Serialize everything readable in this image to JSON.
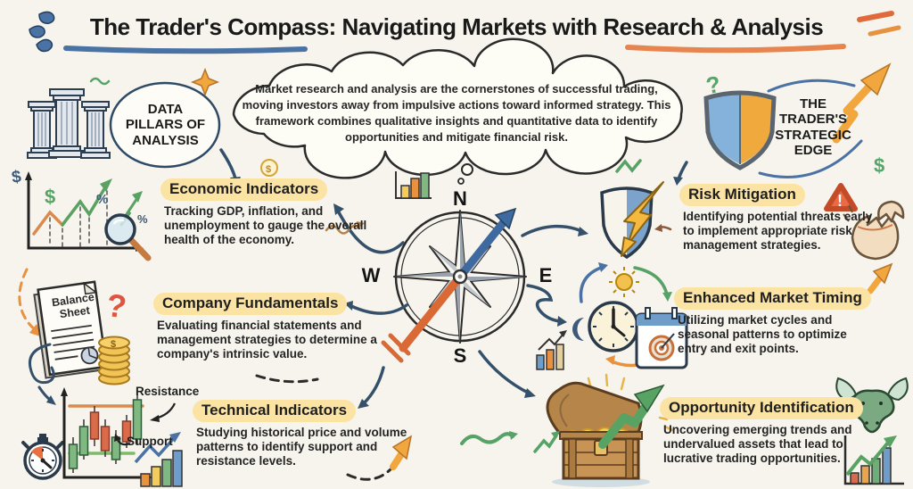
{
  "title": {
    "text": "The Trader's Compass: Navigating Markets with Research & Analysis"
  },
  "intro_cloud": {
    "text": "Market research and analysis are the cornerstones of successful trading, moving investors away from impulsive actions toward informed strategy. This framework combines qualitative insights and quantitative data to identify opportunities and mitigate financial risk."
  },
  "badges": {
    "left": {
      "label": "DATA PILLARS OF ANALYSIS"
    },
    "right": {
      "label": "THE TRADER'S STRATEGIC EDGE"
    }
  },
  "compass": {
    "n": "N",
    "e": "E",
    "s": "S",
    "w": "W"
  },
  "sections": {
    "economic_indicators": {
      "title": "Economic Indicators",
      "body": "Tracking GDP, inflation, and unemployment to gauge the overall health of the economy."
    },
    "company_fundamentals": {
      "title": "Company Fundamentals",
      "body": "Evaluating financial statements and management strategies to determine a company's intrinsic value."
    },
    "technical_indicators": {
      "title": "Technical Indicators",
      "body": "Studying historical price and volume patterns to identify support and resistance levels."
    },
    "risk_mitigation": {
      "title": "Risk Mitigation",
      "body": "Identifying potential threats early to implement appropriate risk management strategies."
    },
    "enhanced_market_timing": {
      "title": "Enhanced Market Timing",
      "body": "Utilizing market cycles and seasonal patterns to optimize entry and exit points."
    },
    "opportunity_identification": {
      "title": "Opportunity Identification",
      "body": "Uncovering emerging trends and undervalued assets that lead to lucrative trading opportunities."
    }
  },
  "chart_labels": {
    "resistance": "Resistance",
    "support": "Support"
  },
  "document_labels": {
    "balance_sheet": "Balance Sheet"
  },
  "glyphs": {
    "dollar": "$",
    "percent": "%",
    "question": "?",
    "exclamation": "!"
  },
  "colors": {
    "background": "#f6f4ec",
    "ink": "#1f1f1f",
    "highlight_yellow": "#fbe3a3",
    "navy_arrow": "#34506b",
    "accent_blue": "#4a72a4",
    "accent_orange": "#e8913f",
    "green": "#57a266",
    "red": "#d9534f"
  }
}
